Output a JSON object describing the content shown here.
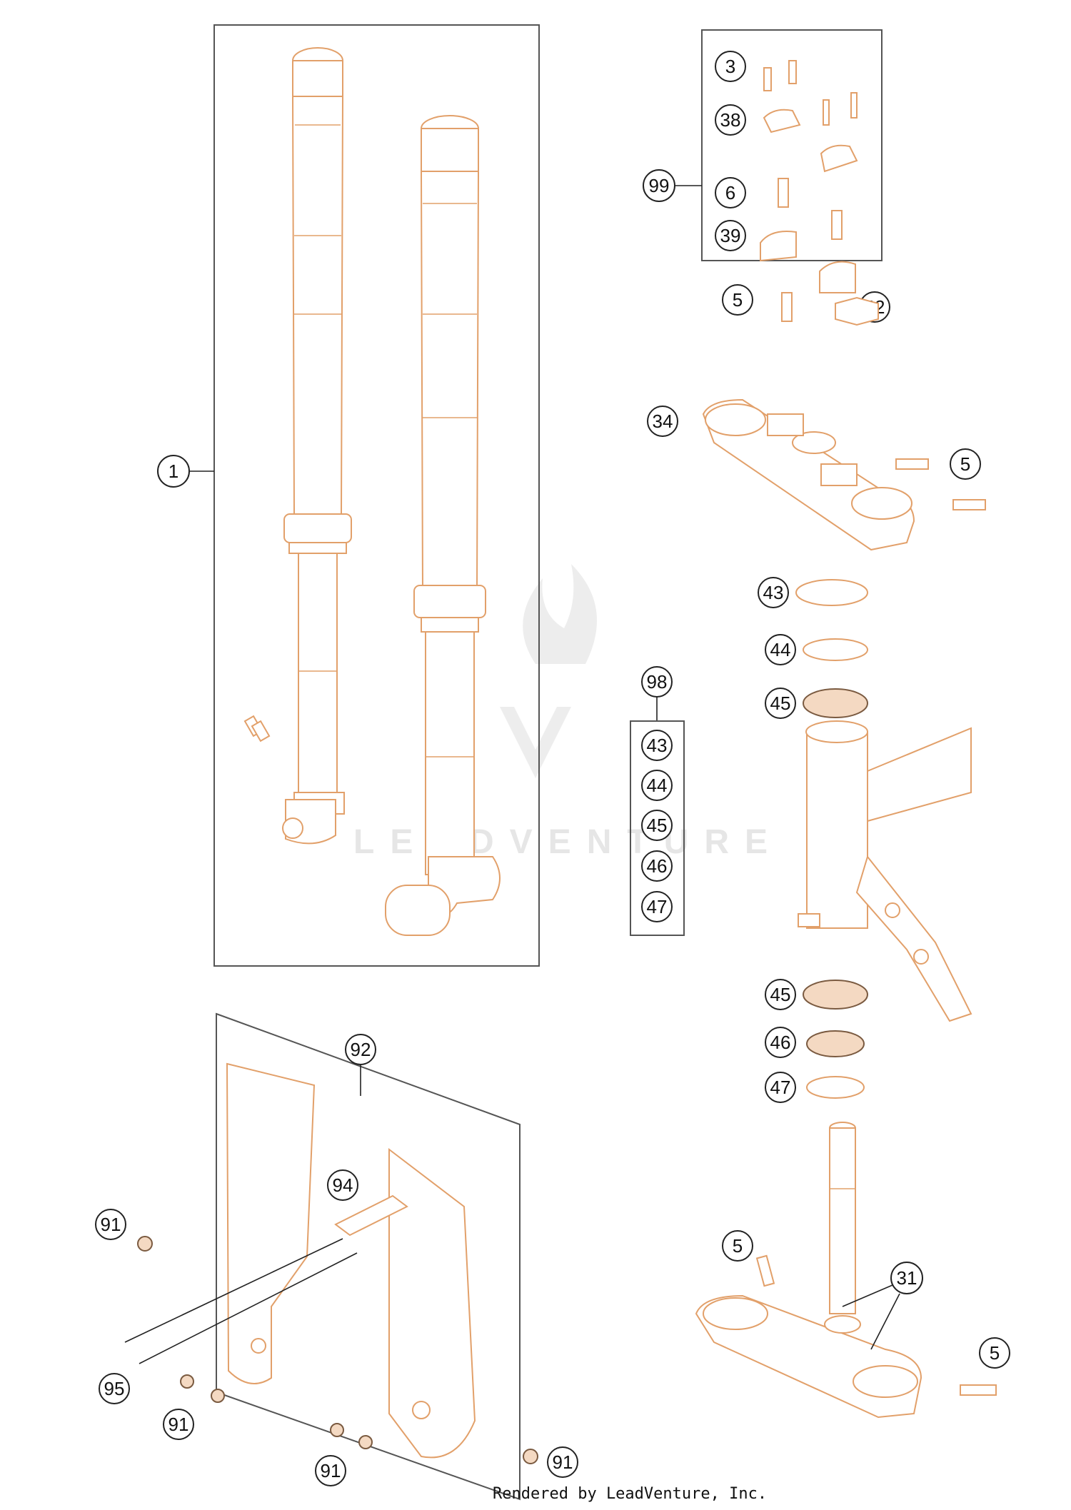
{
  "footer_text": "Rendered by LeadVenture, Inc.",
  "watermark_text": "LEADVENTURE",
  "callouts": {
    "fork_assembly": "1",
    "clamp_kit": "99",
    "kit_screw_small": "3",
    "kit_clamp_upper": "38",
    "kit_screw": "6",
    "kit_clamp_lower": "39",
    "top_screw": "5",
    "stem_nut": "42",
    "upper_triple_clamp": "34",
    "upper_clamp_screw": "5",
    "washer_43": "43",
    "oring_44": "44",
    "bearing_45": "45",
    "bearing_kit": "98",
    "kit_43": "43",
    "kit_44": "44",
    "kit_45": "45",
    "kit_46": "46",
    "kit_47": "47",
    "lower_bearing_45": "45",
    "seal_46": "46",
    "oring_47": "47",
    "fork_guard_kit": "92",
    "guard_clip": "94",
    "guard_screw_91a": "91",
    "guard_bolt_95": "95",
    "guard_screw_91b": "91",
    "guard_screw_91c": "91",
    "guard_screw_91d": "91",
    "lower_screw_5": "5",
    "lower_triple_clamp": "31",
    "lower_clamp_screw_5": "5"
  },
  "colors": {
    "part_outline": "#e2a06a",
    "line": "#222222",
    "background": "#ffffff"
  }
}
